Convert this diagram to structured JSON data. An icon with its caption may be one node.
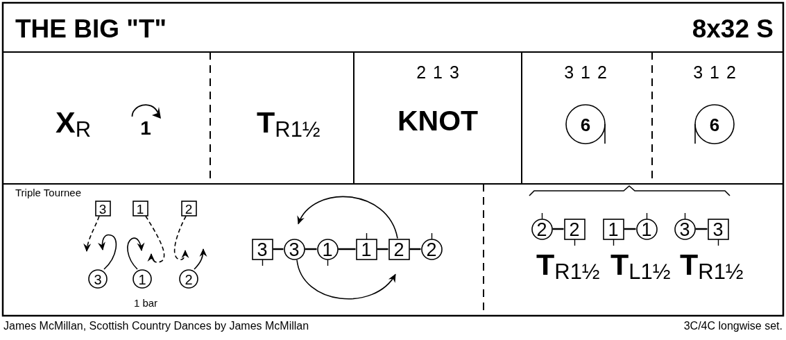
{
  "diagram": {
    "title": "THE BIG \"T\"",
    "nodes": [
      {
        "text": [
          "6"
        ]
      },
      {
        "text": [
          "6"
        ]
      },
      {
        "text": [
          "3"
        ]
      },
      {
        "text": [
          "1"
        ]
      },
      {
        "text": [
          "2"
        ]
      },
      {
        "text": [
          "3"
        ]
      },
      {
        "text": [
          "1"
        ]
      },
      {
        "text": [
          "2"
        ]
      },
      {
        "text": [
          "3"
        ]
      },
      {
        "text": [
          "3"
        ]
      },
      {
        "text": [
          "1"
        ]
      },
      {
        "text": [
          "1"
        ]
      },
      {
        "text": [
          "2"
        ]
      },
      {
        "text": [
          "2"
        ]
      },
      {
        "text": [
          "2"
        ]
      },
      {
        "text": [
          "2"
        ]
      },
      {
        "text": [
          "1"
        ]
      },
      {
        "text": [
          "1"
        ]
      },
      {
        "text": [
          "3"
        ]
      },
      {
        "text": [
          "3"
        ]
      }
    ],
    "edges": [
      {
        "from": 2,
        "to": 5,
        "arrow": "to",
        "style": "dashed"
      },
      {
        "from": 5,
        "to": null,
        "arrow": "to"
      },
      {
        "from": 6,
        "to": null,
        "arrow": "to"
      },
      {
        "from": 3,
        "to": 6,
        "arrow": "to",
        "style": "dashed"
      },
      {
        "from": 4,
        "to": 7,
        "arrow": "to",
        "style": "dashed"
      },
      {
        "from": 7,
        "to": null,
        "arrow": "to"
      },
      {
        "from": 8,
        "to": 9,
        "arrow": "none"
      },
      {
        "from": 9,
        "to": 10,
        "arrow": "none"
      },
      {
        "from": 10,
        "to": 11,
        "arrow": "none"
      },
      {
        "from": 11,
        "to": 12,
        "arrow": "none"
      },
      {
        "from": 12,
        "to": 13,
        "arrow": "none"
      },
      {
        "from": 12,
        "to": 9,
        "arrow": "to"
      },
      {
        "from": 9,
        "to": 12,
        "arrow": "to"
      },
      {
        "from": 14,
        "to": 15,
        "arrow": "none"
      },
      {
        "from": 16,
        "to": 17,
        "arrow": "none"
      },
      {
        "from": 18,
        "to": 19,
        "arrow": "none"
      }
    ],
    "labels": [
      "8x32 S",
      "**X**$_{R}$",
      "1",
      "**T**$_{R1½}$",
      "2 1 3",
      "KNOT",
      "3 1 2",
      "3 1 2",
      "Triple Tournee",
      "1 bar",
      "**T**$_{R1½}$",
      "**T**$_{L1½}$",
      "**T**$_{R1½}$",
      "James McMillan, Scottish Country Dances by James McMillan",
      "3C/4C longwise set."
    ]
  }
}
